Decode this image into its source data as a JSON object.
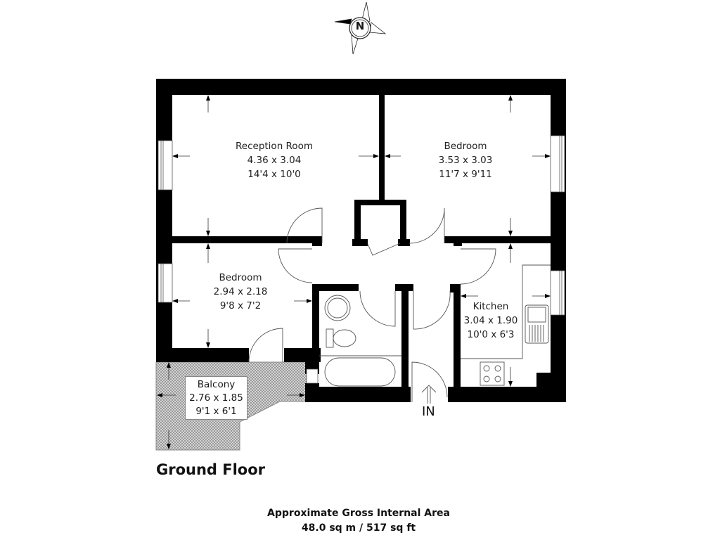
{
  "compass": {
    "label": "N",
    "icon": "north-compass-icon"
  },
  "rooms": {
    "reception": {
      "name": "Reception Room",
      "metric": "4.36 x 3.04",
      "imperial": "14'4 x 10'0"
    },
    "bedroom1": {
      "name": "Bedroom",
      "metric": "3.53 x 3.03",
      "imperial": "11'7 x 9'11"
    },
    "bedroom2": {
      "name": "Bedroom",
      "metric": "2.94 x 2.18",
      "imperial": "9'8 x 7'2"
    },
    "kitchen": {
      "name": "Kitchen",
      "metric": "3.04 x 1.90",
      "imperial": "10'0 x 6'3"
    },
    "balcony": {
      "name": "Balcony",
      "metric": "2.76 x 1.85",
      "imperial": "9'1 x 6'1"
    }
  },
  "entrance": {
    "label": "IN"
  },
  "floor": {
    "title": "Ground Floor"
  },
  "area": {
    "heading": "Approximate Gross Internal Area",
    "value": "48.0 sq m / 517 sq ft"
  },
  "colors": {
    "wall": "#000000",
    "line": "#555555",
    "hatch": "#bdbdbd",
    "background": "#ffffff"
  }
}
